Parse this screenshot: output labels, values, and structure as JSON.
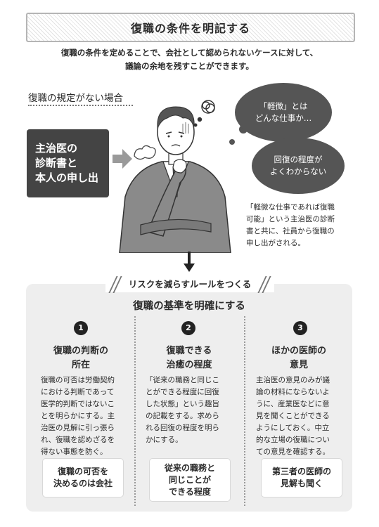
{
  "title": "復職の条件を明記する",
  "intro": {
    "line1": "復職の条件を定めることで、会社として認められないケースに対して、",
    "line2": "議論の余地を残すことができます。"
  },
  "section_label": "復職の規定がない場合",
  "dark_box": {
    "line1": "主治医の",
    "line2": "診断書と",
    "line3": "本人の申し出"
  },
  "thought1": {
    "line1": "「軽微」とは",
    "line2": "どんな仕事か…"
  },
  "thought2": {
    "line1": "回復の程度が",
    "line2": "よくわからない"
  },
  "note": {
    "line1": "「軽微な仕事であれば復職",
    "line2": "可能」という主治医の診断",
    "line3": "書と共に、社員から復職の",
    "line4": "申し出がされる。"
  },
  "banner": "リスクを減らすルールをつくる",
  "panel_title": "復職の基準を明確にする",
  "columns": [
    {
      "number": "1",
      "head1": "復職の判断の",
      "head2": "所在",
      "body": [
        "復職の可否は労働契約",
        "における判断であって",
        "医学的判断ではないこ",
        "とを明らかにする。主",
        "治医の見解に引っ張ら",
        "れ、復職を認めざるを",
        "得ない事態を防ぐ。"
      ],
      "card": [
        "復職の可否を",
        "決めるのは会社"
      ]
    },
    {
      "number": "2",
      "head1": "復職できる",
      "head2": "治癒の程度",
      "body": [
        "「従来の職務と同じこ",
        "とができる程度に回復",
        "した状態」という趣旨",
        "の記載をする。求めら",
        "れる回復の程度を明ら",
        "かにする。"
      ],
      "card": [
        "従来の職務と",
        "同じことが",
        "できる程度"
      ]
    },
    {
      "number": "3",
      "head1": "ほかの医師の",
      "head2": "意見",
      "body": [
        "主治医の意見のみが議",
        "論の材料にならないよ",
        "うに、産業医などに意",
        "見を聞くことができる",
        "ようにしておく。中立",
        "的な立場の復職につい",
        "ての意見を確認する。"
      ],
      "card": [
        "第三者の医師の",
        "見解も聞く"
      ]
    }
  ],
  "colors": {
    "dark": "#444444",
    "panel": "#eeeeee",
    "accent": "#222222"
  }
}
